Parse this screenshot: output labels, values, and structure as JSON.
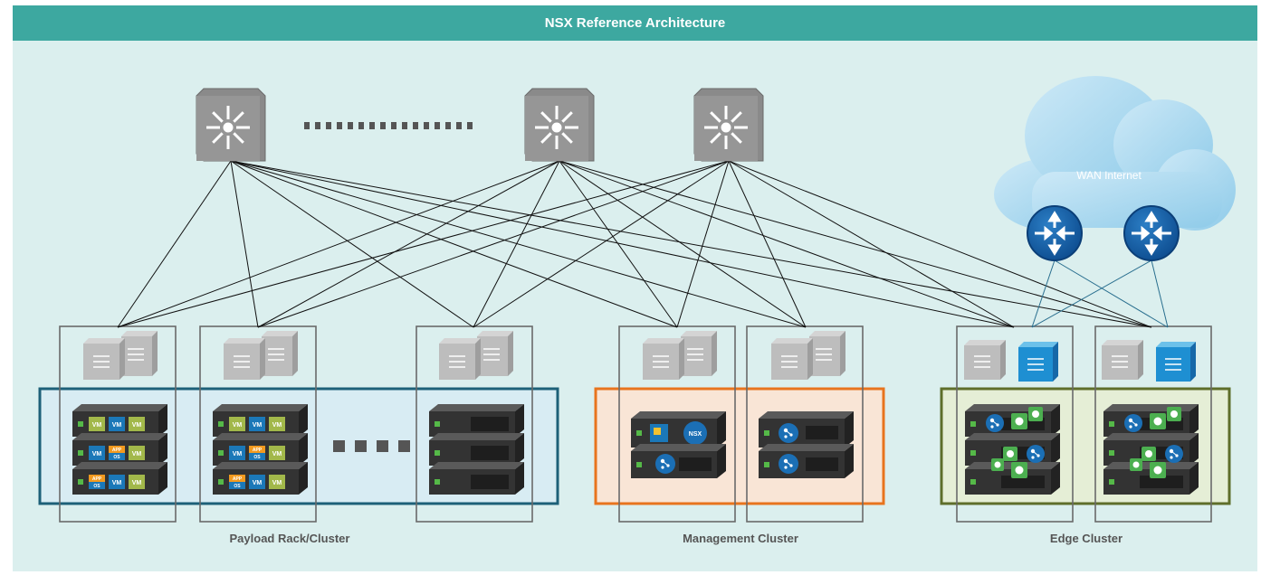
{
  "title": "NSX Reference Architecture",
  "cloud_label": "WAN Internet",
  "vm_label": "VM",
  "app_label": "APP",
  "os_label": "OS",
  "nsx_label": "NSX",
  "clusters": {
    "payload": "Payload Rack/Cluster",
    "management": "Management Cluster",
    "edge": "Edge Cluster"
  },
  "colors": {
    "header": "#3da8a0",
    "background": "#dbefee",
    "payload_border": "#1d6078",
    "management_border": "#e8741e",
    "edge_border": "#5e6e2a",
    "vm_green": "#a2b84a",
    "vm_blue": "#1b78b8",
    "app_orange": "#f29a1f",
    "edge_green": "#4caf50"
  }
}
